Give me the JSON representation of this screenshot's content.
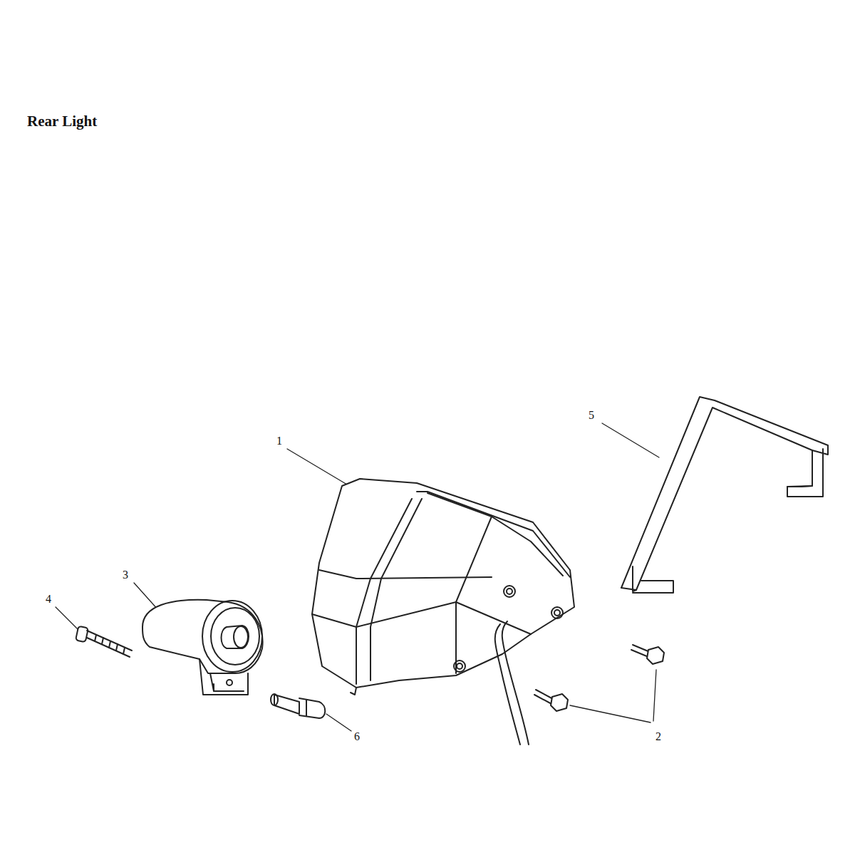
{
  "diagram": {
    "title": "Rear Light",
    "labels": [
      "1",
      "2",
      "3",
      "4",
      "5",
      "6"
    ]
  }
}
